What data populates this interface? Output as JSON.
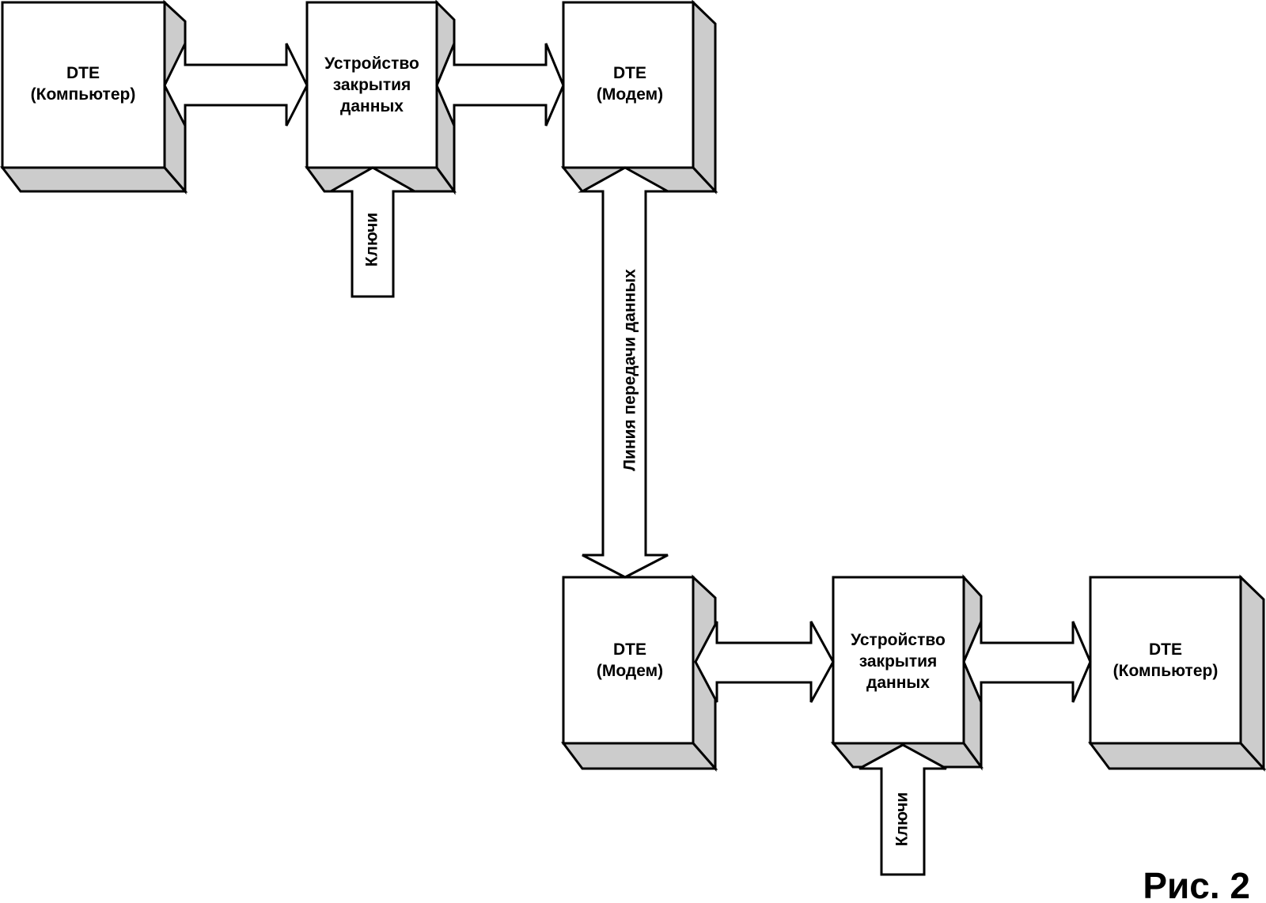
{
  "blocks": {
    "dte_computer_top": {
      "line1": "DTE",
      "line2": "(Компьютер)"
    },
    "encryptor_top": {
      "line1": "Устройство",
      "line2": "закрытия",
      "line3": "данных"
    },
    "dte_modem_top": {
      "line1": "DTE",
      "line2": "(Модем)"
    },
    "dte_modem_bottom": {
      "line1": "DTE",
      "line2": "(Модем)"
    },
    "encryptor_bottom": {
      "line1": "Устройство",
      "line2": "закрытия",
      "line3": "данных"
    },
    "dte_computer_bottom": {
      "line1": "DTE",
      "line2": "(Компьютер)"
    }
  },
  "labels": {
    "keys_top": "Ключи",
    "keys_bottom": "Ключи",
    "data_line": "Линия передачи данных"
  },
  "caption": "Рис. 2",
  "colors": {
    "face": "#ffffff",
    "side": "#cccccc",
    "stroke": "#000000"
  }
}
